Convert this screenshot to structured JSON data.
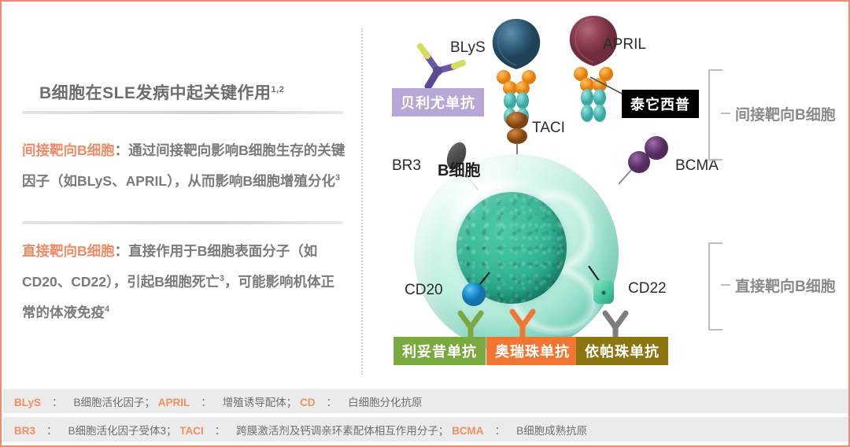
{
  "theme": {
    "border_color": "#ef8b72",
    "accent_orange": "#f08a66",
    "text_gray": "#7a7a7a",
    "bracket_gray": "#bdbdbd"
  },
  "left_panel": {
    "title": "B细胞在SLE发病中起关键作用",
    "title_sup": "1,2",
    "paragraphs": [
      {
        "lead": "间接靶向B细胞",
        "colon": "：",
        "body": "通过间接靶向影响B细胞生存的关键因子（如BLyS、APRIL），从而影响B细胞增殖分化",
        "sup": "3"
      },
      {
        "lead": "直接靶向B细胞",
        "colon": "：",
        "body_a": "直接作用于B细胞表面分子（如CD20、CD22），引起B细胞死亡",
        "sup_a": "3",
        "body_b": "，可能影响机体正常的体液免疫",
        "sup_b": "4"
      }
    ]
  },
  "diagram": {
    "cell_label": "B细胞",
    "molecule_labels": [
      {
        "name": "BLyS",
        "text": "BLyS"
      },
      {
        "name": "APRIL",
        "text": "APRIL"
      },
      {
        "name": "TACI",
        "text": "TACI"
      },
      {
        "name": "BR3",
        "text": "BR3"
      },
      {
        "name": "BCMA",
        "text": "BCMA"
      },
      {
        "name": "CD20",
        "text": "CD20"
      },
      {
        "name": "CD22",
        "text": "CD22"
      }
    ],
    "drug_badges": [
      {
        "key": "belimumab",
        "text": "贝利尤单抗",
        "bg": "#b6a7d6",
        "fg": "#ffffff"
      },
      {
        "key": "telitacicept",
        "text": "泰它西普",
        "bg": "#000000",
        "fg": "#ffffff"
      },
      {
        "key": "rituximab",
        "text": "利妥昔单抗",
        "bg": "#7fa css",
        "fg": "#ffffff"
      },
      {
        "key": "ocrelizumab",
        "text": "奥瑞珠单抗",
        "bg": "#ef7733",
        "fg": "#ffffff"
      },
      {
        "key": "epratuzumab",
        "text": "依帕珠单抗",
        "bg": "#8a7510",
        "fg": "#ffffff"
      }
    ],
    "brackets": [
      {
        "key": "indirect",
        "label": "间接靶向B细胞"
      },
      {
        "key": "direct",
        "label": "直接靶向B细胞"
      }
    ]
  },
  "footer": {
    "row1": [
      {
        "abbr": "BLyS",
        "sep": "：",
        "def": "B细胞活化因子；"
      },
      {
        "abbr": "APRIL",
        "sep": "：",
        "def": "增殖诱导配体；"
      },
      {
        "abbr": "CD",
        "sep": "：",
        "def": "白细胞分化抗原"
      }
    ],
    "row2": [
      {
        "abbr": "BR3",
        "sep": "：",
        "def": "B细胞活化因子受体3；"
      },
      {
        "abbr": "TACI",
        "sep": "：",
        "def": "跨膜激活剂及钙调亲环素配体相互作用分子；"
      },
      {
        "abbr": "BCMA",
        "sep": "：",
        "def": "B细胞成熟抗原"
      }
    ]
  }
}
